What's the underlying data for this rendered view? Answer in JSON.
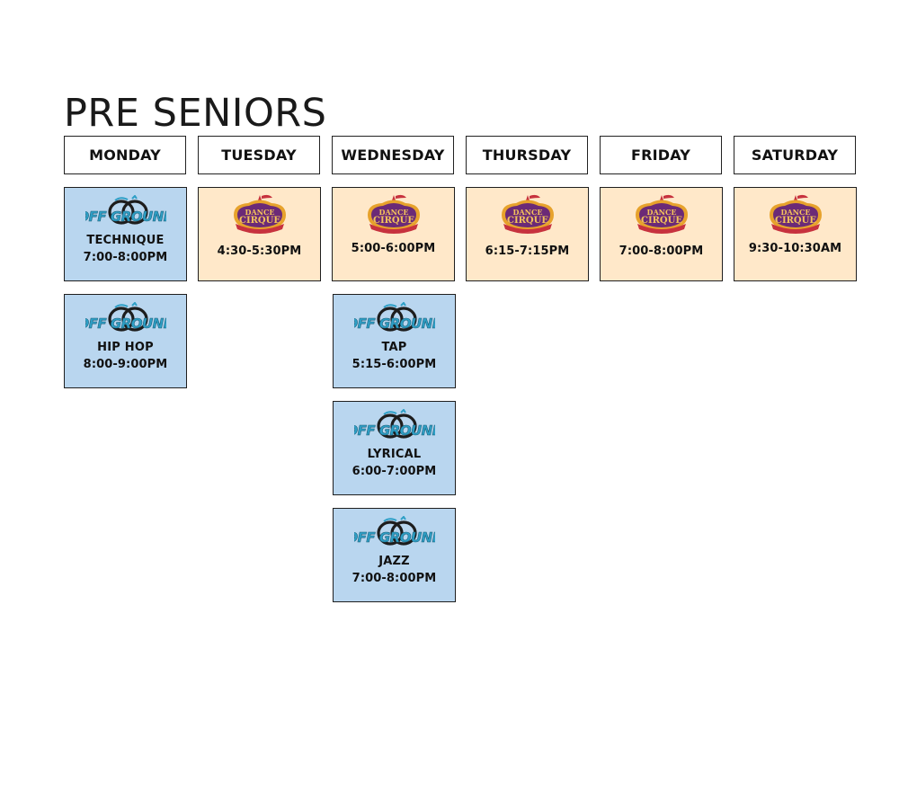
{
  "page": {
    "title": "PRE SENIORS"
  },
  "days": [
    "MONDAY",
    "TUESDAY",
    "WEDNESDAY",
    "THURSDAY",
    "FRIDAY",
    "SATURDAY"
  ],
  "logos": {
    "off_the_ground": {
      "icon": "off-the-ground-logo",
      "text": "OFF GROUND"
    },
    "dance_cirque": {
      "icon": "dance-cirque-logo",
      "line1": "DANCE",
      "line2": "CIRQUE"
    }
  },
  "colors": {
    "blue_card": "#b9d6ef",
    "peach_card": "#ffe8c9",
    "accent_teal": "#2e9fc6",
    "cirque_purple": "#6b2a77",
    "cirque_gold": "#e7a22c",
    "cirque_red": "#c7323e"
  },
  "classes": [
    {
      "day": "MONDAY",
      "type": "off_the_ground",
      "label": "TECHNIQUE",
      "time": "7:00-8:00PM"
    },
    {
      "day": "MONDAY",
      "type": "off_the_ground",
      "label": "HIP HOP",
      "time": "8:00-9:00PM"
    },
    {
      "day": "TUESDAY",
      "type": "dance_cirque",
      "time": "4:30-5:30PM"
    },
    {
      "day": "WEDNESDAY",
      "type": "dance_cirque",
      "time": "5:00-6:00PM"
    },
    {
      "day": "WEDNESDAY",
      "type": "off_the_ground",
      "label": "TAP",
      "time": "5:15-6:00PM"
    },
    {
      "day": "WEDNESDAY",
      "type": "off_the_ground",
      "label": "LYRICAL",
      "time": "6:00-7:00PM"
    },
    {
      "day": "WEDNESDAY",
      "type": "off_the_ground",
      "label": "JAZZ",
      "time": "7:00-8:00PM"
    },
    {
      "day": "THURSDAY",
      "type": "dance_cirque",
      "time": "6:15-7:15PM"
    },
    {
      "day": "FRIDAY",
      "type": "dance_cirque",
      "time": "7:00-8:00PM"
    },
    {
      "day": "SATURDAY",
      "type": "dance_cirque",
      "time": "9:30-10:30AM"
    }
  ]
}
